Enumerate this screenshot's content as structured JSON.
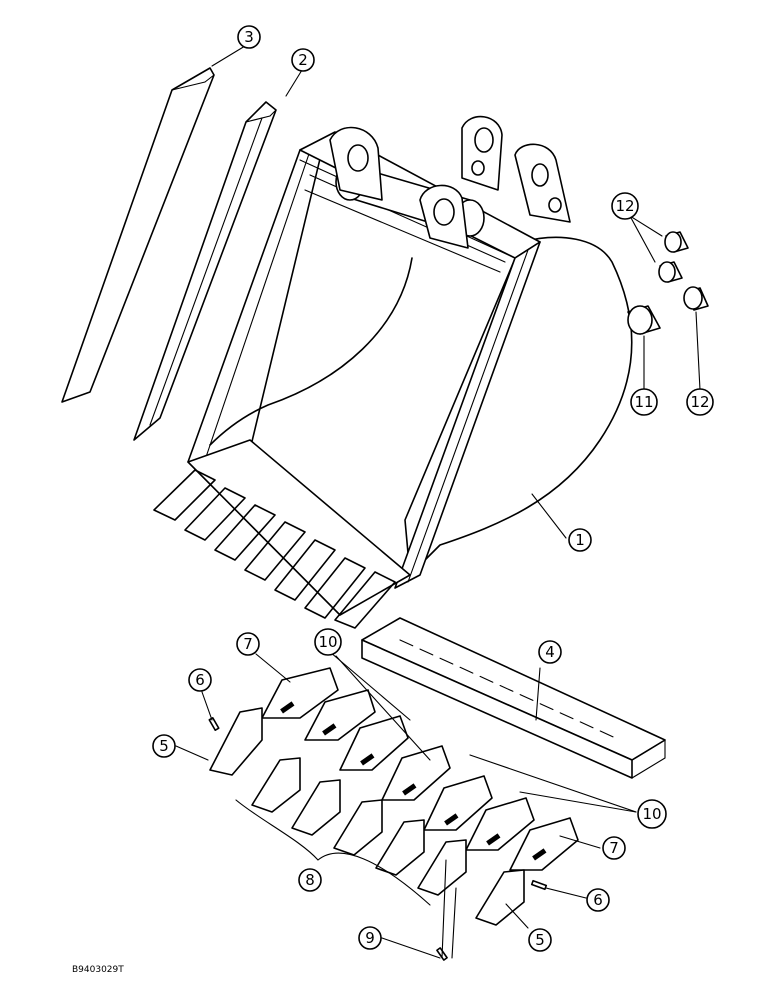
{
  "drawing_number": "B9403029T",
  "callouts": [
    {
      "id": "c3",
      "label": "3"
    },
    {
      "id": "c2",
      "label": "2"
    },
    {
      "id": "c12a",
      "label": "12"
    },
    {
      "id": "c11",
      "label": "11"
    },
    {
      "id": "c12b",
      "label": "12"
    },
    {
      "id": "c1",
      "label": "1"
    },
    {
      "id": "c7a",
      "label": "7"
    },
    {
      "id": "c10a",
      "label": "10"
    },
    {
      "id": "c4",
      "label": "4"
    },
    {
      "id": "c6a",
      "label": "6"
    },
    {
      "id": "c5a",
      "label": "5"
    },
    {
      "id": "c10b",
      "label": "10"
    },
    {
      "id": "c7b",
      "label": "7"
    },
    {
      "id": "c8",
      "label": "8"
    },
    {
      "id": "c6b",
      "label": "6"
    },
    {
      "id": "c9",
      "label": "9"
    },
    {
      "id": "c5b",
      "label": "5"
    }
  ]
}
